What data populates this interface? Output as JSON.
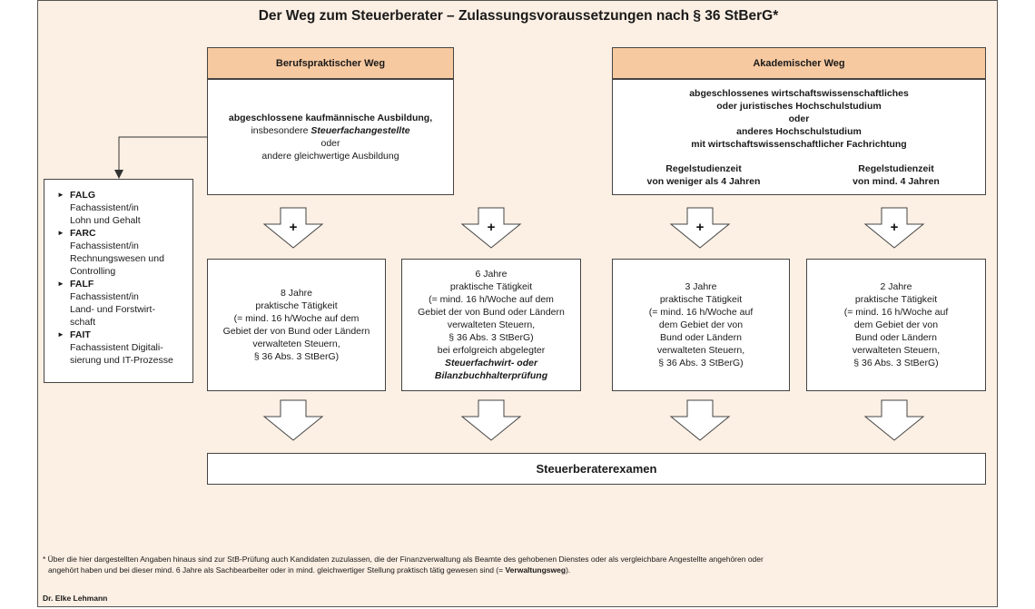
{
  "title": "Der Weg zum Steuerberater – Zulassungsvoraussetzungen nach § 36 StBerG*",
  "left_path": {
    "header": "Berufspraktischer Weg",
    "desc_line1": "abgeschlossene kaufmännische Ausbildung,",
    "desc_line2_prefix": "insbesondere",
    "desc_line2_emph": "Steuerfachangestellte",
    "desc_line3": "oder",
    "desc_line4": "andere gleichwertige Ausbildung"
  },
  "right_path": {
    "header": "Akademischer Weg",
    "desc_lines": [
      "abgeschlossenes wirtschaftswissenschaftliches",
      "oder juristisches Hochschulstudium",
      "oder",
      "anderes Hochschulstudium",
      "mit wirtschaftswissenschaftlicher Fachrichtung"
    ],
    "study_short": [
      "Regelstudienzeit",
      "von weniger als 4 Jahren"
    ],
    "study_long": [
      "Regelstudienzeit",
      "von mind. 4 Jahren"
    ]
  },
  "plus_symbol": "+",
  "sidebar": {
    "items": [
      {
        "code": "FALG",
        "lines": [
          "Fachassistent/in",
          "Lohn und Gehalt"
        ]
      },
      {
        "code": "FARC",
        "lines": [
          "Fachassistent/in",
          "Rechnungswesen und",
          "Controlling"
        ]
      },
      {
        "code": "FALF",
        "lines": [
          "Fachassistent/in",
          "Land- und Forstwirt-",
          "schaft"
        ]
      },
      {
        "code": "FAIT",
        "lines": [
          "Fachassistent Digitali-",
          "sierung und IT-Prozesse"
        ]
      }
    ]
  },
  "requirements": [
    {
      "lines": [
        "8 Jahre",
        "praktische Tätigkeit",
        "(= mind. 16 h/Woche auf dem",
        "Gebiet der von Bund oder Ländern",
        "verwalteten Steuern,",
        "§ 36 Abs. 3 StBerG)"
      ]
    },
    {
      "lines": [
        "6 Jahre",
        "praktische Tätigkeit",
        "(= mind. 16 h/Woche auf dem",
        "Gebiet der von Bund oder Ländern",
        "verwalteten Steuern,",
        "§ 36 Abs. 3 StBerG)",
        "bei erfolgreich abgelegter"
      ],
      "emph_lines": [
        "Steuerfachwirt- oder",
        "Bilanzbuchhalterprüfung"
      ]
    },
    {
      "lines": [
        "3 Jahre",
        "praktische Tätigkeit",
        "(= mind. 16 h/Woche auf",
        "dem Gebiet der von",
        "Bund oder Ländern",
        "verwalteten Steuern,",
        "§ 36 Abs. 3 StBerG)"
      ]
    },
    {
      "lines": [
        "2 Jahre",
        "praktische Tätigkeit",
        "(= mind. 16 h/Woche auf",
        "dem Gebiet der von",
        "Bund oder Ländern",
        "verwalteten Steuern,",
        "§ 36 Abs. 3 StBerG)"
      ]
    }
  ],
  "exam": "Steuerberaterexamen",
  "footnote": {
    "line1": "* Über die hier dargestellten Angaben hinaus sind zur StB-Prüfung auch Kandidaten zuzulassen, die der Finanzverwaltung als Beamte des gehobenen Dienstes oder als vergleichbare Angestellte angehören oder",
    "line2_prefix": "angehört haben und bei dieser mind. 6 Jahre als Sachbearbeiter oder in mind. gleichwertiger Stellung praktisch tätig gewesen sind (=",
    "line2_emph": "Verwaltungsweg",
    "line2_suffix": ")."
  },
  "author": "Dr. Elke Lehmann"
}
